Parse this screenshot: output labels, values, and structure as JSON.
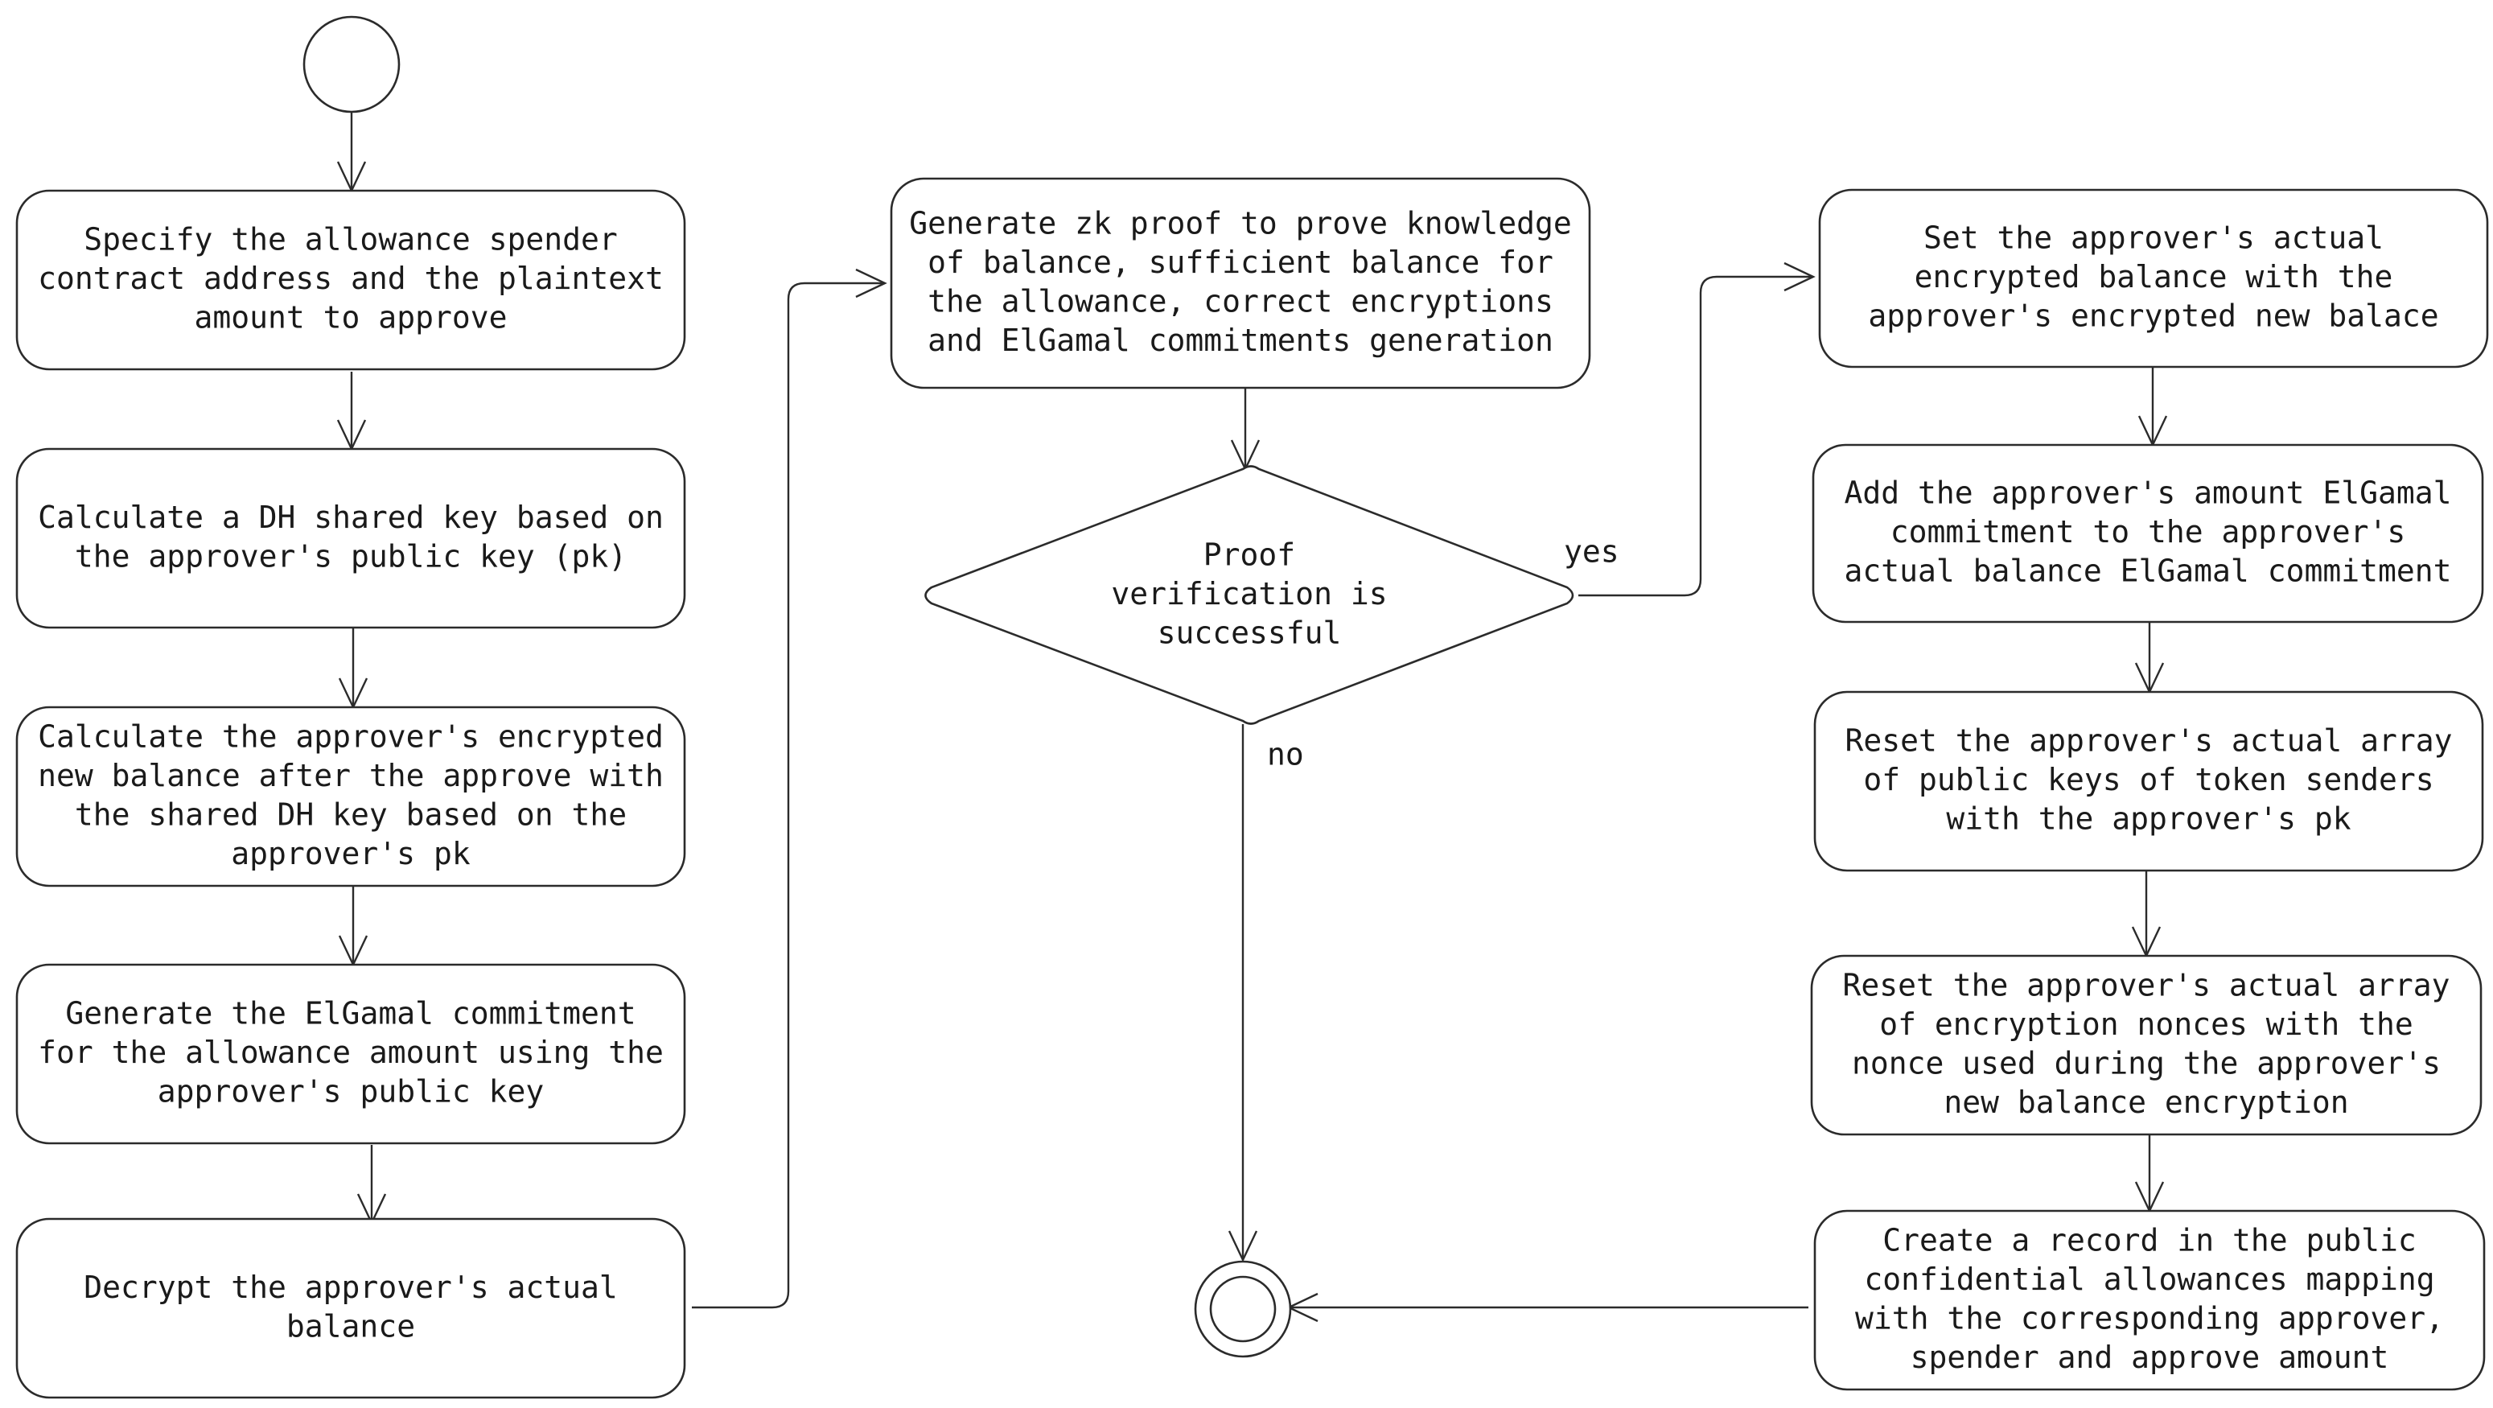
{
  "nodes": {
    "specify_allowance": [
      "Specify the allowance spender",
      "contract address and the plaintext",
      "amount to approve"
    ],
    "calculate_dh_key": [
      "Calculate a DH shared key based on",
      "the approver's public key (pk)"
    ],
    "calculate_encrypted_balance": [
      "Calculate the approver's encrypted",
      "new balance after the approve with",
      "the shared DH key based on the",
      "approver's pk"
    ],
    "generate_elgamal": [
      "Generate the ElGamal commitment",
      "for the allowance amount using the",
      "approver's public key"
    ],
    "decrypt_balance": [
      "Decrypt the approver's actual",
      "balance"
    ],
    "generate_zk_proof": [
      "Generate zk proof to prove knowledge",
      "of balance, sufficient balance for",
      "the allowance, correct encryptions",
      "and ElGamal commitments generation"
    ],
    "proof_decision": [
      "Proof",
      "verification is",
      "successful"
    ],
    "set_encrypted_balance": [
      "Set the approver's actual",
      "encrypted balance with the",
      "approver's encrypted new balace"
    ],
    "add_elgamal": [
      "Add the approver's amount ElGamal",
      "commitment to the approver's",
      "actual balance ElGamal commitment"
    ],
    "reset_pk_array": [
      "Reset the approver's actual array",
      "of public keys of token senders",
      "with the approver's pk"
    ],
    "reset_nonce_array": [
      "Reset the approver's actual array",
      "of encryption nonces with the",
      "nonce used during the approver's",
      "new balance encryption"
    ],
    "create_record": [
      "Create a record in the public",
      "confidential allowances mapping",
      "with the corresponding approver,",
      "spender and approve amount"
    ]
  },
  "edge_labels": {
    "yes": "yes",
    "no": "no"
  }
}
